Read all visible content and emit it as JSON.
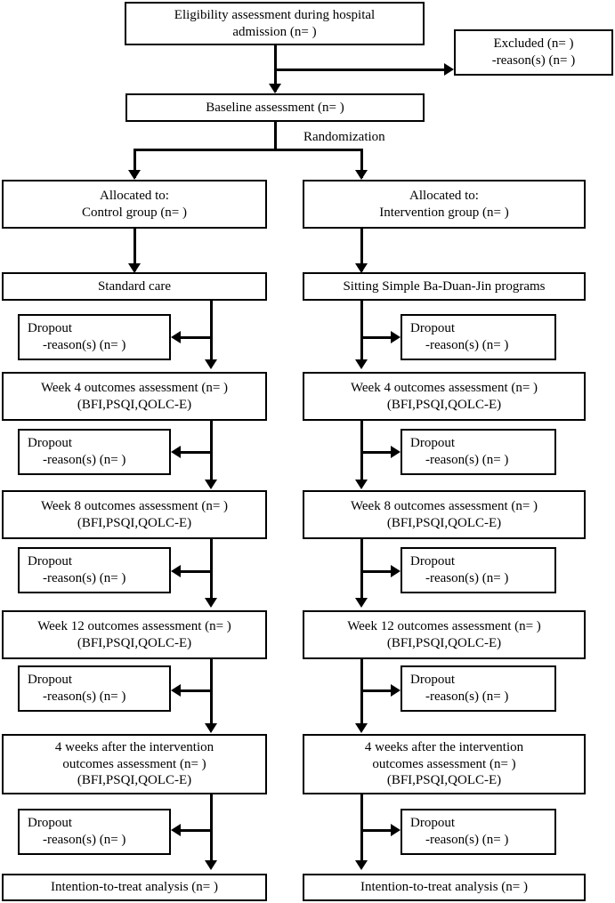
{
  "diagram": {
    "type": "consort-flow-diagram",
    "title": "Study flow diagram",
    "labels": {
      "randomization": "Randomization"
    },
    "nodes": {
      "eligibility": {
        "lines": [
          "Eligibility assessment during hospital",
          "admission (n=  )"
        ]
      },
      "excluded": {
        "lines": [
          "Excluded (n=  )",
          "-reason(s)  (n=  )"
        ]
      },
      "baseline": {
        "lines": [
          "Baseline assessment (n=  )"
        ]
      },
      "allocated_control": {
        "lines": [
          "Allocated to:",
          "Control group (n=  )"
        ]
      },
      "allocated_intervention": {
        "lines": [
          "Allocated to:",
          "Intervention group (n=  )"
        ]
      },
      "standard_care": {
        "lines": [
          "Standard care"
        ]
      },
      "baduanjin": {
        "lines": [
          "Sitting Simple Ba-Duan-Jin programs"
        ]
      },
      "week4_left": {
        "lines": [
          "Week 4 outcomes assessment (n=  )",
          "(BFI,PSQI,QOLC-E)"
        ]
      },
      "week4_right": {
        "lines": [
          "Week 4 outcomes assessment (n=  )",
          "(BFI,PSQI,QOLC-E)"
        ]
      },
      "week8_left": {
        "lines": [
          "Week 8 outcomes assessment (n=  )",
          "(BFI,PSQI,QOLC-E)"
        ]
      },
      "week8_right": {
        "lines": [
          "Week 8 outcomes assessment (n=  )",
          "(BFI,PSQI,QOLC-E)"
        ]
      },
      "week12_left": {
        "lines": [
          "Week 12 outcomes assessment (n=  )",
          "(BFI,PSQI,QOLC-E)"
        ]
      },
      "week12_right": {
        "lines": [
          "Week 12 outcomes assessment (n=  )",
          "(BFI,PSQI,QOLC-E)"
        ]
      },
      "followup_left": {
        "lines": [
          "4 weeks after the intervention",
          "outcomes assessment (n=  )",
          "(BFI,PSQI,QOLC-E)"
        ]
      },
      "followup_right": {
        "lines": [
          "4 weeks after the intervention",
          "outcomes assessment (n=  )",
          "(BFI,PSQI,QOLC-E)"
        ]
      },
      "itt_left": {
        "lines": [
          "Intention-to-treat analysis (n=  )"
        ]
      },
      "itt_right": {
        "lines": [
          "Intention-to-treat analysis (n=  )"
        ]
      },
      "dropout": {
        "line1": "Dropout",
        "line2": "-reason(s)  (n=  )"
      }
    },
    "dropouts": {
      "left": [
        {
          "id": "dropout-left-1"
        },
        {
          "id": "dropout-left-2"
        },
        {
          "id": "dropout-left-3"
        },
        {
          "id": "dropout-left-4"
        },
        {
          "id": "dropout-left-5"
        }
      ],
      "right": [
        {
          "id": "dropout-right-1"
        },
        {
          "id": "dropout-right-2"
        },
        {
          "id": "dropout-right-3"
        },
        {
          "id": "dropout-right-4"
        },
        {
          "id": "dropout-right-5"
        }
      ]
    },
    "colors": {
      "stroke": "#000000",
      "background": "#ffffff",
      "text": "#000000"
    }
  }
}
